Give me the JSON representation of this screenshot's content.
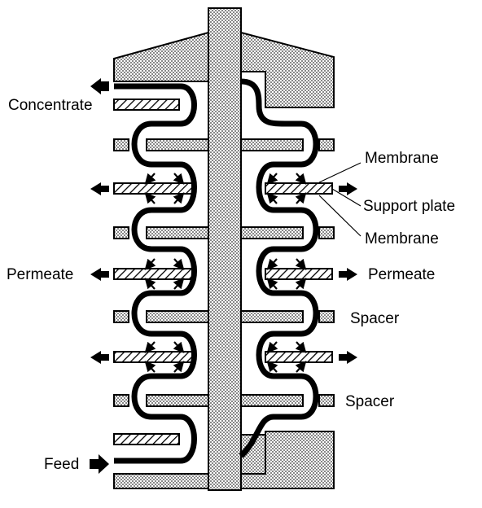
{
  "labels": {
    "concentrate": "Concentrate",
    "permeate_left": "Permeate",
    "permeate_right": "Permeate",
    "feed": "Feed",
    "membrane_top": "Membrane",
    "support_plate": "Support plate",
    "membrane_bottom": "Membrane",
    "spacer_top": "Spacer",
    "spacer_bottom": "Spacer"
  },
  "colors": {
    "outline": "#000000",
    "stipple_fill": "#d4d4d4",
    "background": "#ffffff"
  },
  "counts": {
    "spacer_rows": 4,
    "support_plate_rows": 3
  }
}
